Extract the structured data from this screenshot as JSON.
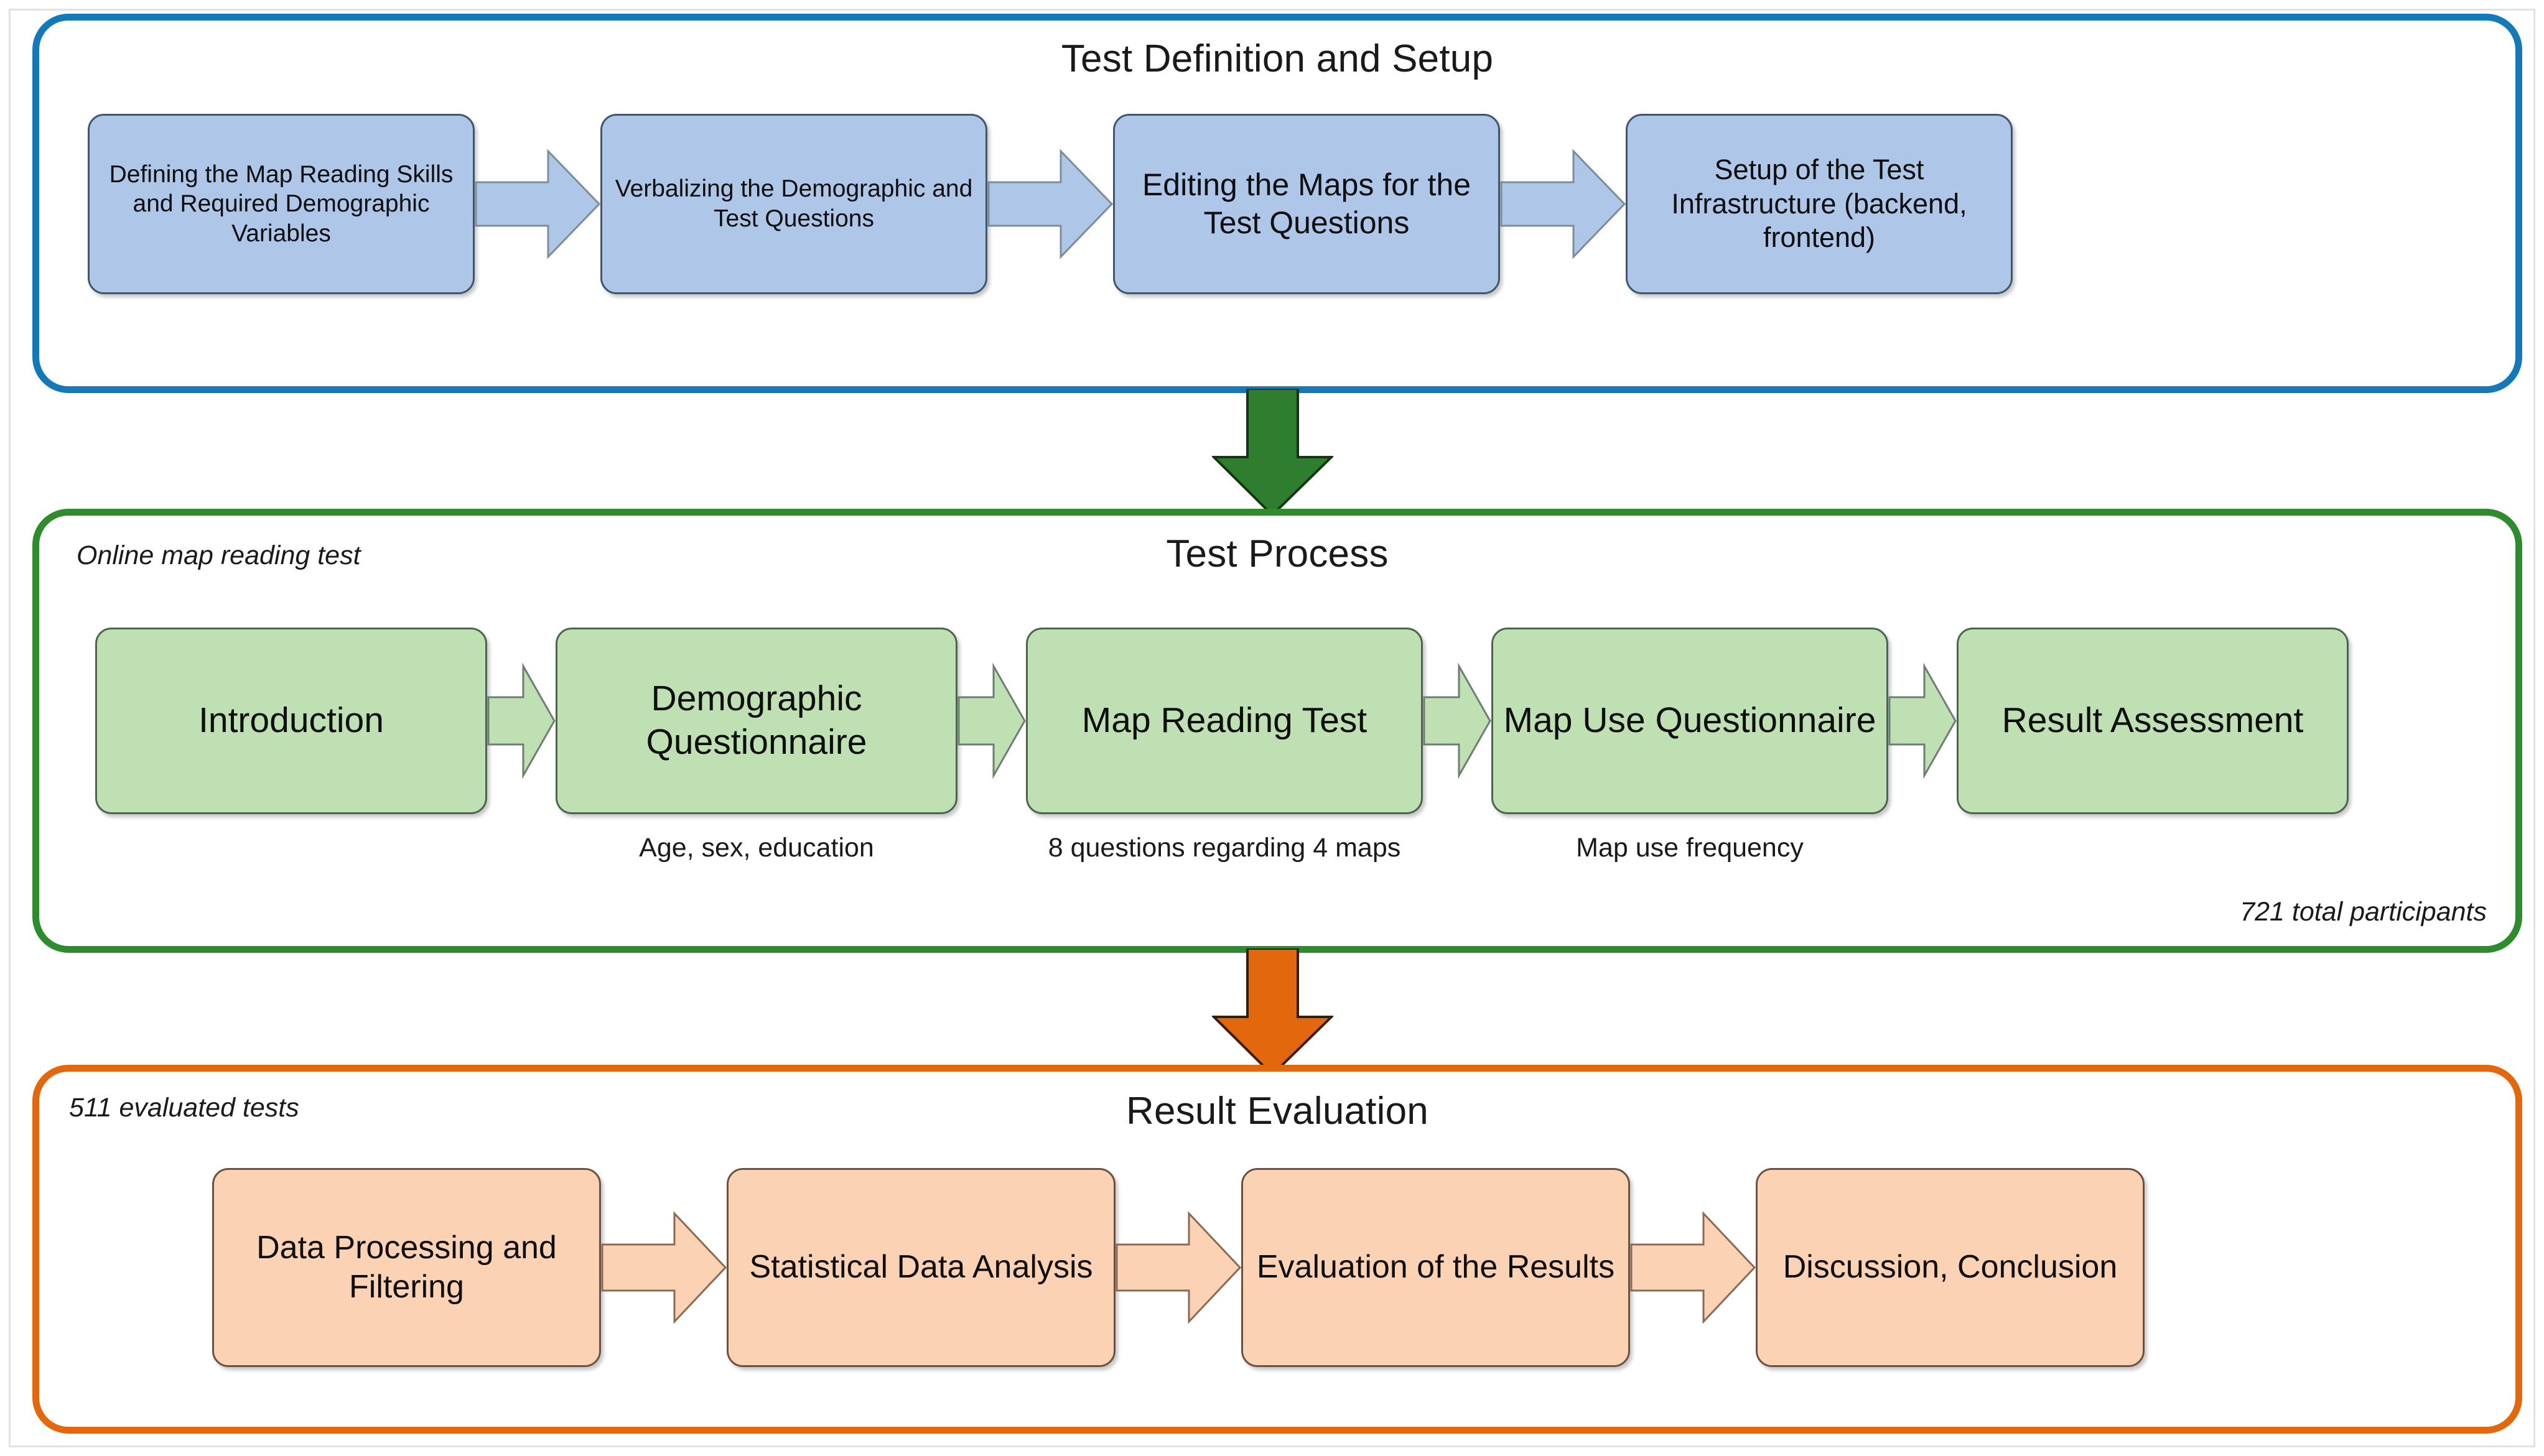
{
  "diagram": {
    "type": "flowchart",
    "orientation": "vertical-phases-with-horizontal-steps",
    "phases": [
      {
        "id": "test-definition-setup",
        "title": "Test Definition and Setup",
        "accent_color": "#1479b8",
        "box_fill": "#aec7e8",
        "steps": [
          {
            "label": "Defining the Map Reading Skills and Required Demographic Variables"
          },
          {
            "label": "Verbalizing the Demographic and Test Questions"
          },
          {
            "label": "Editing the Maps for the Test Questions"
          },
          {
            "label": "Setup of the Test Infrastructure (backend, frontend)"
          }
        ]
      },
      {
        "id": "test-process",
        "title": "Test Process",
        "accent_color": "#2e8b2e",
        "box_fill": "#bee0b2",
        "note_top_left": "Online map reading test",
        "note_bottom_right": "721 total participants",
        "steps": [
          {
            "label": "Introduction",
            "caption": ""
          },
          {
            "label": "Demographic Questionnaire",
            "caption": "Age, sex, education"
          },
          {
            "label": "Map Reading Test",
            "caption": "8 questions regarding 4 maps"
          },
          {
            "label": "Map Use Questionnaire",
            "caption": "Map use frequency"
          },
          {
            "label": "Result Assessment",
            "caption": ""
          }
        ]
      },
      {
        "id": "result-evaluation",
        "title": "Result Evaluation",
        "accent_color": "#e2670d",
        "box_fill": "#fbd3b4",
        "note_top_left": "511 evaluated tests",
        "steps": [
          {
            "label": "Data Processing and Filtering"
          },
          {
            "label": "Statistical Data Analysis"
          },
          {
            "label": "Evaluation of the Results"
          },
          {
            "label": "Discussion, Conclusion"
          }
        ]
      }
    ],
    "connectors": [
      {
        "from": "test-definition-setup",
        "to": "test-process",
        "color": "#2e8b2e",
        "icon": "arrow-down-icon"
      },
      {
        "from": "test-process",
        "to": "result-evaluation",
        "color": "#e2670d",
        "icon": "arrow-down-icon"
      }
    ]
  }
}
